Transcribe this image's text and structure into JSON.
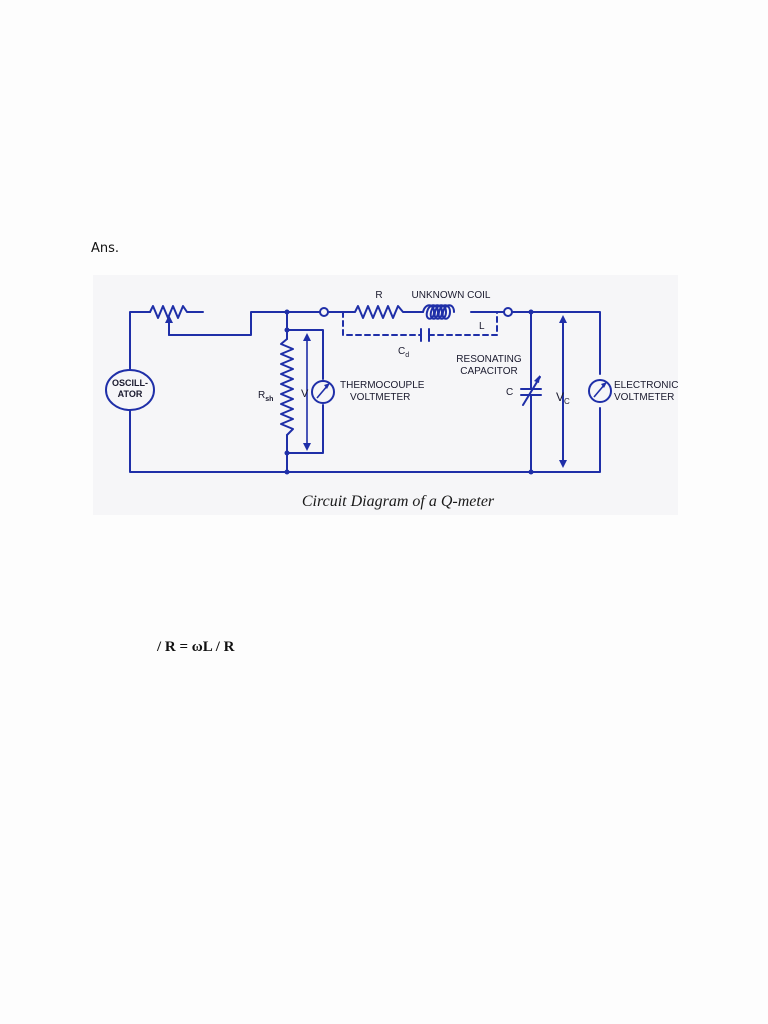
{
  "document": {
    "ans_label": "Ans.",
    "formula": "/ R = ωL / R"
  },
  "figure": {
    "caption": "Circuit Diagram of a Q-meter",
    "labels": {
      "oscillator_line1": "OSCILL-",
      "oscillator_line2": "ATOR",
      "resistor_r": "R",
      "unknown_coil": "UNKNOWN COIL",
      "inductance_l": "L",
      "distributed_cap": "C",
      "distributed_cap_sub": "d",
      "resonating_line1": "RESONATING",
      "resonating_line2": "CAPACITOR",
      "capacitor_c": "C",
      "shunt_r": "R",
      "shunt_r_sub": "sh",
      "voltage_v": "V",
      "voltage_vc": "V",
      "voltage_vc_sub": "C",
      "thermocouple_line1": "THERMOCOUPLE",
      "thermocouple_line2": "VOLTMETER",
      "electronic_line1": "ELECTRONIC",
      "electronic_line2": "VOLTMETER"
    },
    "colors": {
      "wire": "#1f2fa8",
      "background": "#f6f6f8"
    }
  }
}
